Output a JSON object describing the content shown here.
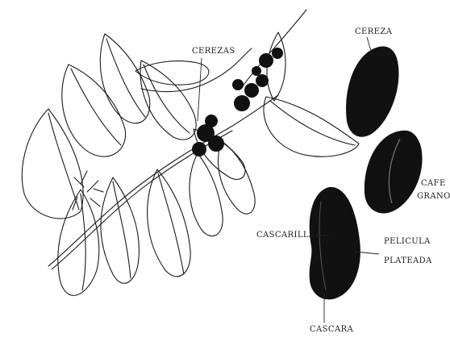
{
  "labels": {
    "cerezas": "CEREZAS",
    "cereza": "CEREZA",
    "cafe": "CAFE",
    "grano": "GRANO",
    "cascarilla": "CASCARILLA",
    "pelicula": "PELICULA",
    "plateada": "PLATEADA",
    "cascara": "CASCARA"
  },
  "colors": {
    "ink": "#111111",
    "paper": "#ffffff"
  }
}
